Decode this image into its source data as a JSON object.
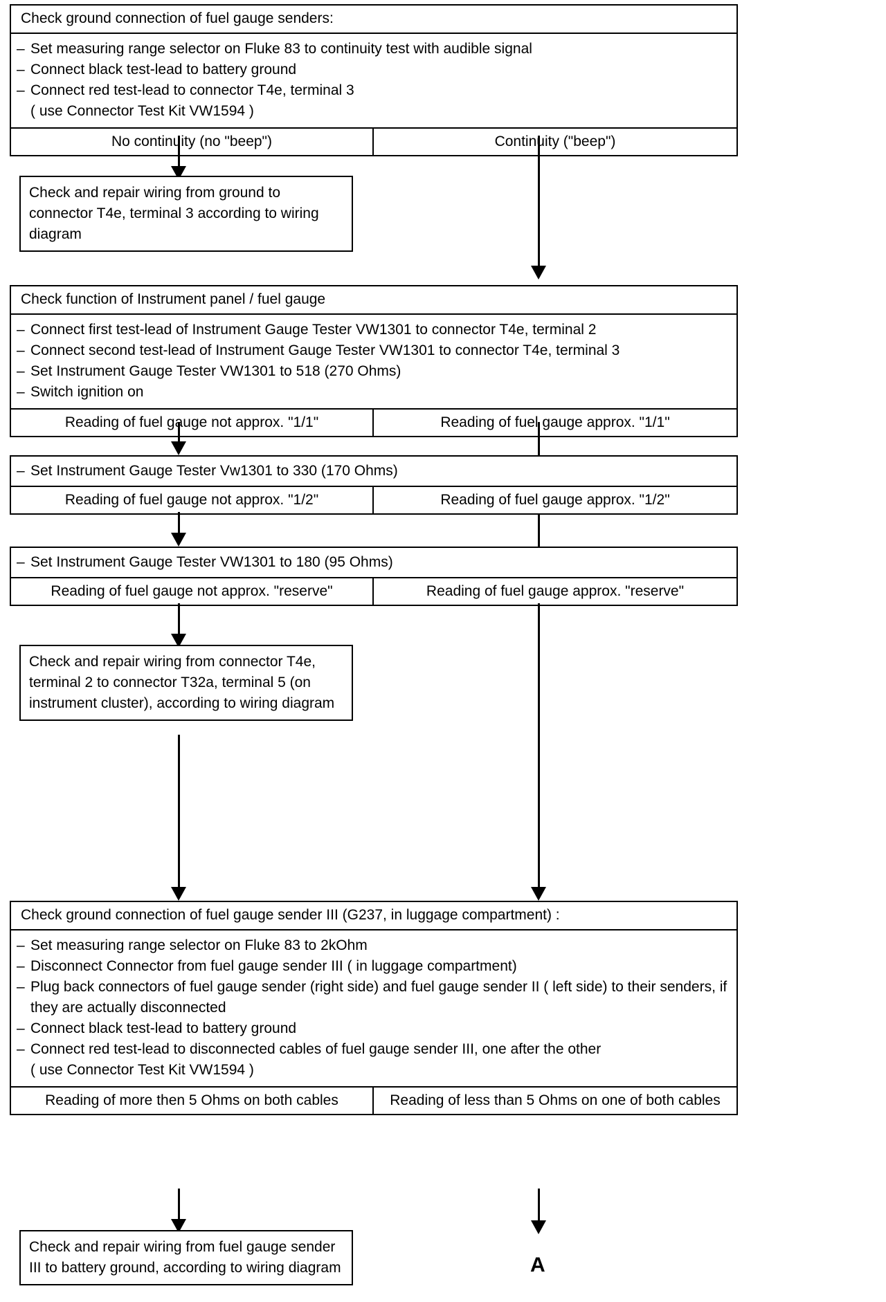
{
  "diagram": {
    "type": "flowchart",
    "title": "Fuel gauge sender ground / instrument panel test flowchart",
    "connector_tag": "A"
  },
  "block1": {
    "header": "Check ground connection of fuel gauge senders:",
    "steps": [
      "Set measuring range selector on Fluke 83 to continuity test with audible signal",
      "Connect black test-lead to battery ground",
      "Connect red test-lead to connector T4e, terminal 3"
    ],
    "note": "( use Connector Test Kit VW1594 )",
    "left_result": "No continuity (no \"beep\")",
    "right_result": "Continuity (\"beep\")"
  },
  "block1_action": {
    "text": "Check and repair wiring from ground to connector T4e, terminal 3 according to wiring diagram"
  },
  "block2": {
    "header": "Check function of Instrument panel / fuel gauge",
    "steps": [
      "Connect first test-lead of Instrument Gauge Tester VW1301 to connector T4e, terminal 2",
      "Connect second test-lead of Instrument Gauge Tester VW1301 to connector T4e, terminal 3",
      "Set Instrument Gauge Tester VW1301 to 518 (270 Ohms)",
      "Switch ignition on"
    ],
    "left_result": "Reading of fuel gauge not approx. \"1/1\"",
    "right_result": "Reading of fuel gauge approx. \"1/1\""
  },
  "block3": {
    "step": "Set Instrument Gauge Tester Vw1301 to 330 (170 Ohms)",
    "left_result": "Reading of fuel gauge not approx. \"1/2\"",
    "right_result": "Reading of fuel gauge approx. \"1/2\""
  },
  "block4": {
    "step": "Set Instrument Gauge Tester VW1301 to 180 (95 Ohms)",
    "left_result": "Reading of fuel gauge not approx. \"reserve\"",
    "right_result": "Reading of fuel gauge approx. \"reserve\""
  },
  "block4_action": {
    "text": "Check and repair wiring from connector T4e, terminal 2 to connector T32a, terminal 5 (on instrument cluster), according to wiring diagram"
  },
  "block5": {
    "header": "Check ground connection of fuel gauge sender III (G237, in luggage compartment) :",
    "steps": [
      "Set measuring range selector on Fluke 83 to 2kOhm",
      "Disconnect Connector from fuel gauge sender III ( in luggage compartment)",
      "Plug back connectors of fuel gauge sender (right side) and fuel gauge sender II ( left side) to their senders, if they are actually disconnected",
      "Connect black test-lead to battery ground",
      "Connect red test-lead to disconnected cables of fuel gauge sender III, one after the other"
    ],
    "note": "( use Connector Test Kit VW1594 )",
    "left_result": "Reading of more then 5 Ohms on both cables",
    "right_result": "Reading of less than 5 Ohms on one of both cables"
  },
  "block5_action": {
    "text": "Check and repair wiring from fuel gauge sender III to battery ground, according to wiring diagram"
  }
}
